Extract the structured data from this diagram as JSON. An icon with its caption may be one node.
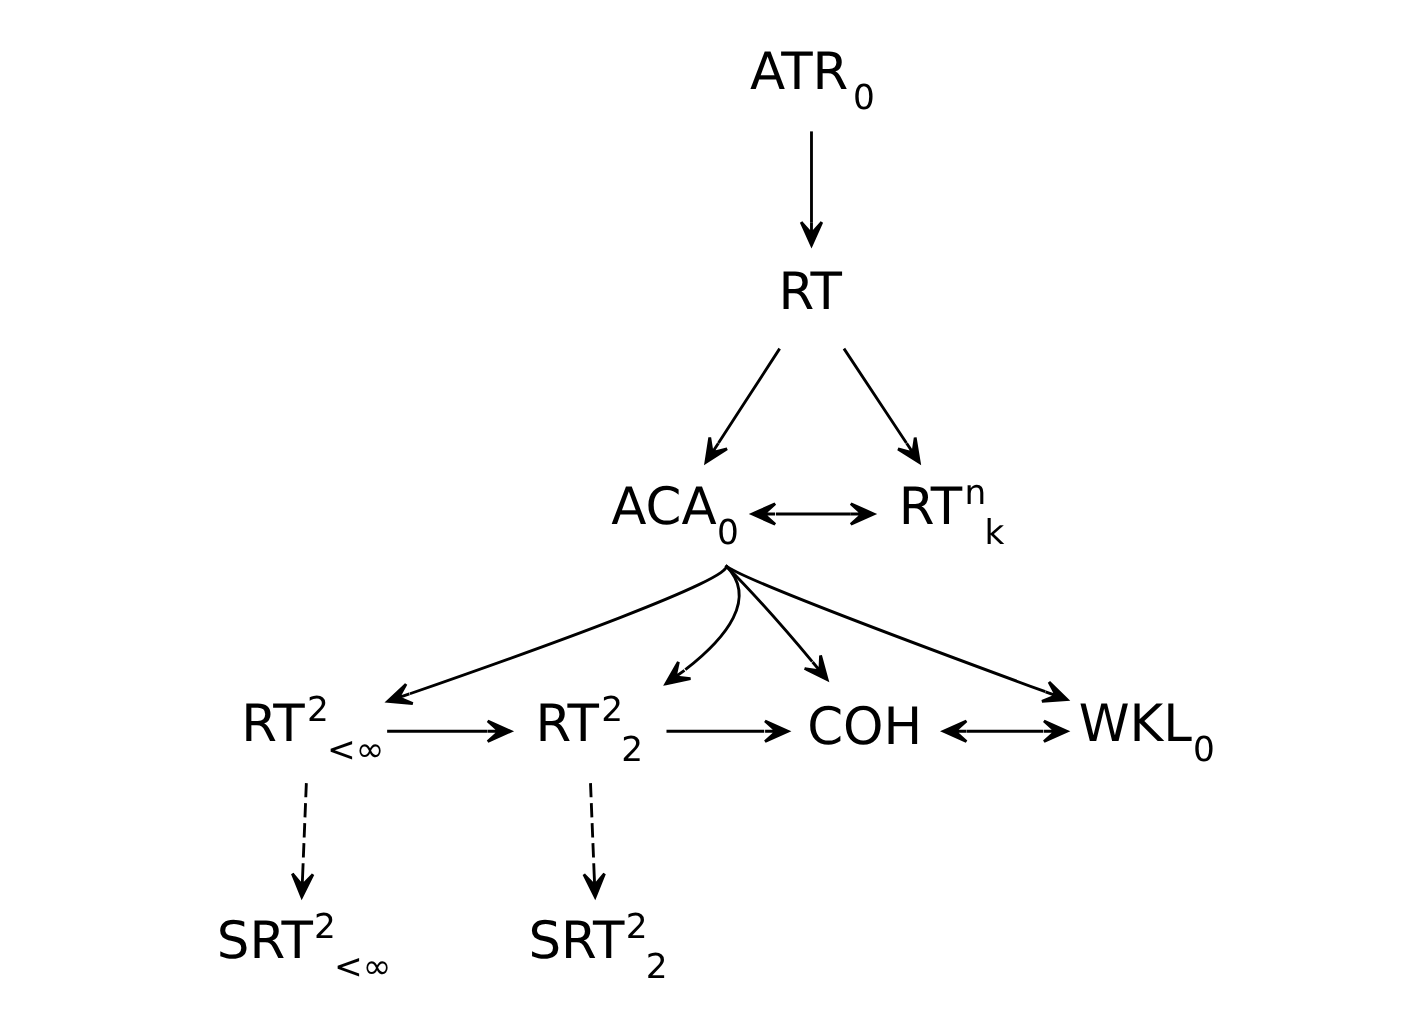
{
  "diagram": {
    "nodes": [
      {
        "text": [
          "ATR$_{0}$"
        ]
      },
      {
        "text": [
          "RT"
        ]
      },
      {
        "text": [
          "ACA$_{0}$"
        ]
      },
      {
        "text": [
          "RT$^{n}$$_{k}$"
        ]
      },
      {
        "text": [
          "RT$^{2}$$_{<∞}$"
        ]
      },
      {
        "text": [
          "RT$^{2}$$_{2}$"
        ]
      },
      {
        "text": [
          "COH"
        ]
      },
      {
        "text": [
          "WKL$_{0}$"
        ]
      },
      {
        "text": [
          "SRT$^{2}$$_{<∞}$"
        ]
      },
      {
        "text": [
          "SRT$^{2}$$_{2}$"
        ]
      }
    ],
    "edges": [
      {
        "from": 0,
        "to": 1,
        "arrow": "to"
      },
      {
        "from": 1,
        "to": 2,
        "arrow": "to"
      },
      {
        "from": 1,
        "to": 3,
        "arrow": "to"
      },
      {
        "from": 2,
        "to": 3,
        "arrow": "both"
      },
      {
        "from": 2,
        "to": 4,
        "arrow": "to"
      },
      {
        "from": 2,
        "to": 5,
        "arrow": "to"
      },
      {
        "from": 2,
        "to": 6,
        "arrow": "to"
      },
      {
        "from": 2,
        "to": 7,
        "arrow": "to"
      },
      {
        "from": 4,
        "to": 5,
        "arrow": "to"
      },
      {
        "from": 5,
        "to": 6,
        "arrow": "to"
      },
      {
        "from": 6,
        "to": 7,
        "arrow": "both"
      },
      {
        "from": 4,
        "to": 8,
        "arrow": "to",
        "style": "dashed"
      },
      {
        "from": 5,
        "to": 9,
        "arrow": "to",
        "style": "dashed"
      }
    ]
  }
}
